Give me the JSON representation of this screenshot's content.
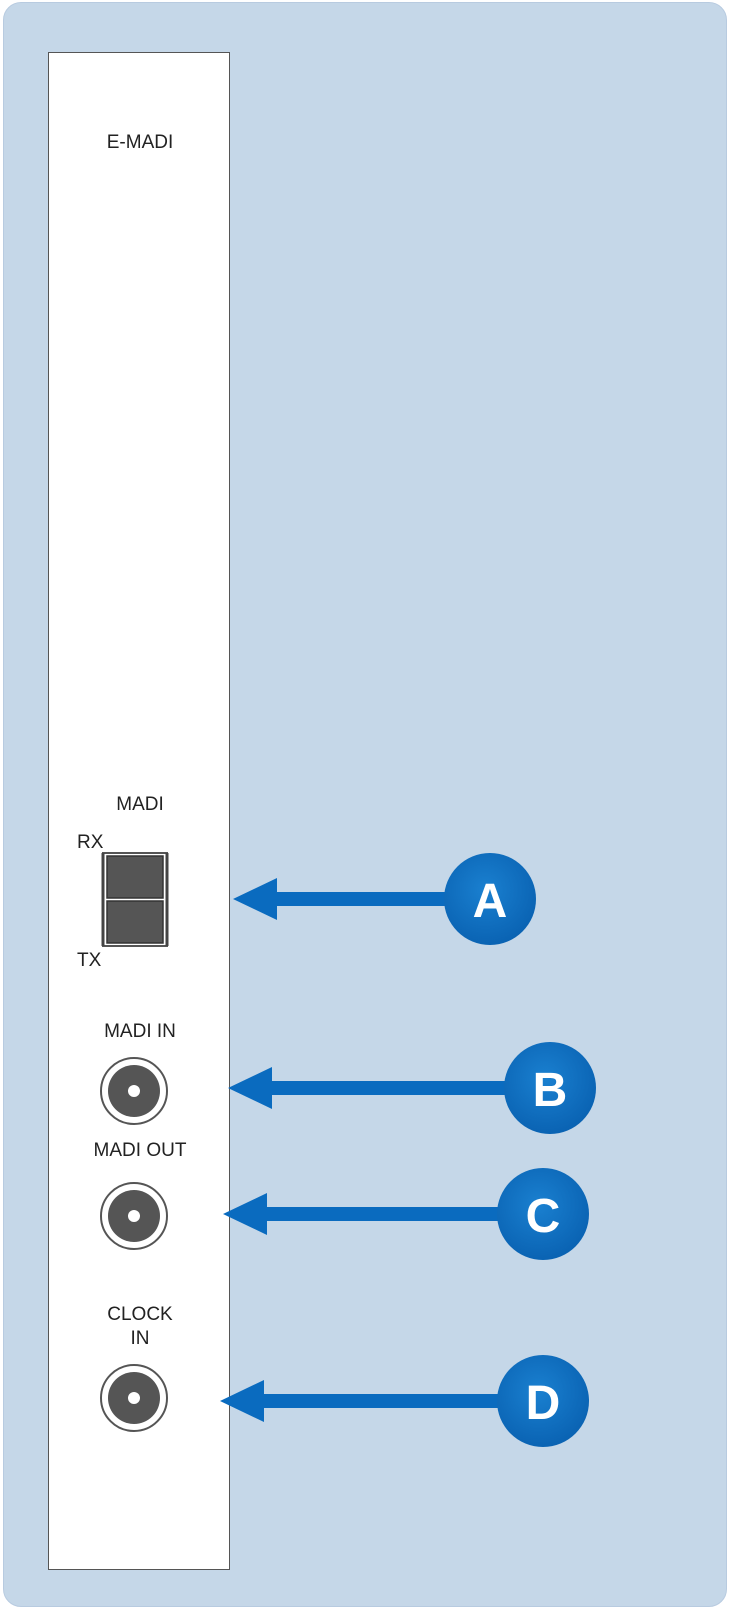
{
  "panel": {
    "title": "E-MADI",
    "madi_led_label": "MADI",
    "rx_label": "RX",
    "tx_label": "TX",
    "madi_in_label": "MADI IN",
    "madi_out_label": "MADI OUT",
    "clock_in_label": "CLOCK\nIN"
  },
  "callouts": [
    {
      "letter": "A",
      "target": "madi-led"
    },
    {
      "letter": "B",
      "target": "madi-in-connector"
    },
    {
      "letter": "C",
      "target": "madi-out-connector"
    },
    {
      "letter": "D",
      "target": "clock-in-connector"
    }
  ],
  "colors": {
    "background": "#c5d7e8",
    "accent": "#0a6bbf",
    "connector": "#555555"
  }
}
